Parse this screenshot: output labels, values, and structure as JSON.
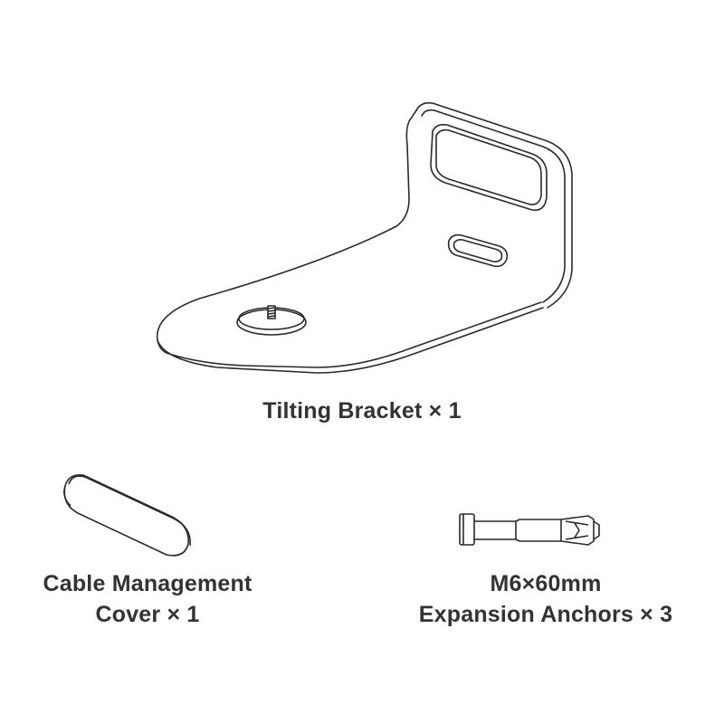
{
  "parts": [
    {
      "id": "tilting-bracket",
      "icon": "tilting-bracket-illustration",
      "caption_lines": [
        "Tilting Bracket × 1"
      ]
    },
    {
      "id": "cable-management-cover",
      "icon": "cable-cover-illustration",
      "caption_lines": [
        "Cable Management",
        "Cover × 1"
      ]
    },
    {
      "id": "expansion-anchors",
      "icon": "expansion-anchor-illustration",
      "caption_lines": [
        "M6×60mm",
        "Expansion Anchors × 3"
      ]
    }
  ],
  "colors": {
    "line": "#2a2a2a",
    "text": "#333333",
    "background": "#ffffff"
  }
}
